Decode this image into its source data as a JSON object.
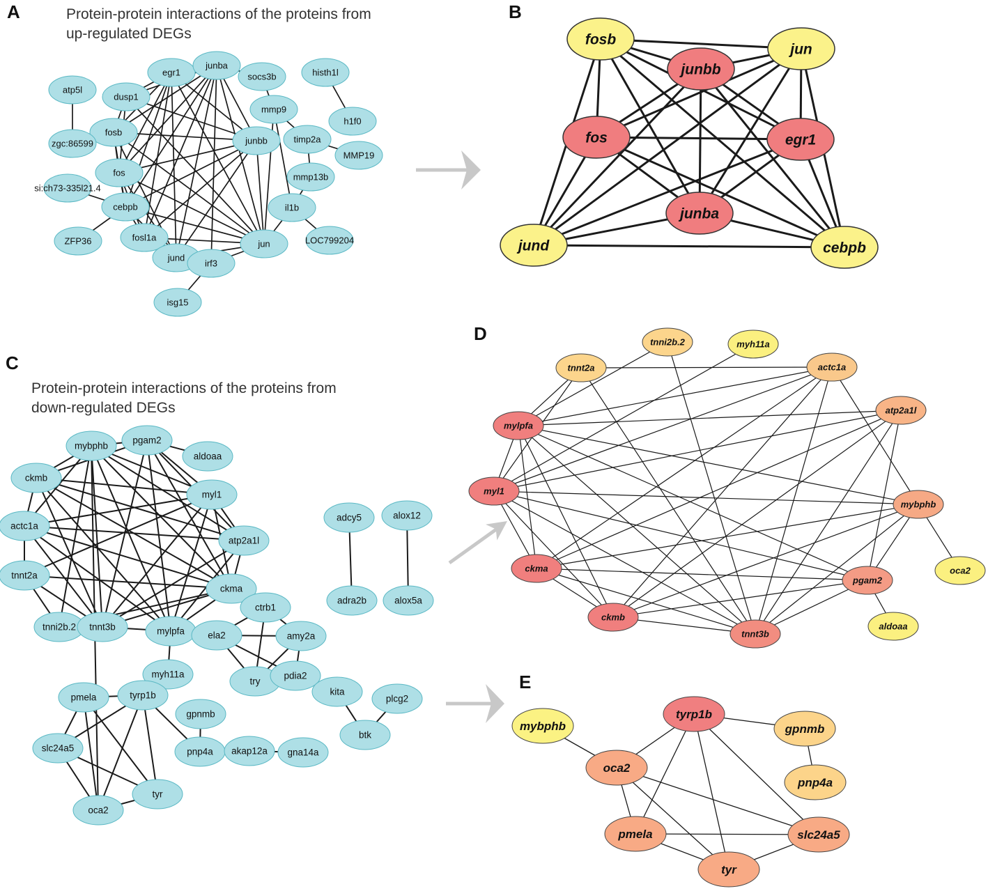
{
  "colors": {
    "edge": "#1a1a1a",
    "arrow": "#c8c8c8"
  },
  "panels": [
    {
      "letter": "A",
      "title": [
        "Protein-protein interactions of the proteins from",
        "up-regulated DEGs"
      ],
      "node_fill": "#aedfe6",
      "node_stroke": "#5ab8c4",
      "nodes": [
        {
          "label": "egr1"
        },
        {
          "label": "junba"
        },
        {
          "label": "socs3b"
        },
        {
          "label": "histh1l"
        },
        {
          "label": "atp5l"
        },
        {
          "label": "dusp1"
        },
        {
          "label": "mmp9"
        },
        {
          "label": "h1f0"
        },
        {
          "label": "fosb"
        },
        {
          "label": "junbb"
        },
        {
          "label": "timp2a"
        },
        {
          "label": "zgc:86599"
        },
        {
          "label": "MMP19"
        },
        {
          "label": "fos"
        },
        {
          "label": "mmp13b"
        },
        {
          "label": "si:ch73-335l21.4"
        },
        {
          "label": "cebpb"
        },
        {
          "label": "il1b"
        },
        {
          "label": "ZFP36"
        },
        {
          "label": "fosl1a"
        },
        {
          "label": "jun"
        },
        {
          "label": "LOC799204"
        },
        {
          "label": "jund"
        },
        {
          "label": "irf3"
        },
        {
          "label": "isg15"
        }
      ],
      "edges": [
        [
          "atp5l",
          "zgc:86599"
        ],
        [
          "histh1l",
          "h1f0"
        ],
        [
          "socs3b",
          "mmp9"
        ],
        [
          "junba",
          "socs3b"
        ],
        [
          "mmp9",
          "timp2a"
        ],
        [
          "timp2a",
          "MMP19"
        ],
        [
          "timp2a",
          "mmp13b"
        ],
        [
          "mmp9",
          "jun"
        ],
        [
          "mmp9",
          "il1b"
        ],
        [
          "mmp13b",
          "il1b"
        ],
        [
          "il1b",
          "jun"
        ],
        [
          "il1b",
          "LOC799204"
        ],
        [
          "si:ch73-335l21.4",
          "cebpb"
        ],
        [
          "cebpb",
          "ZFP36"
        ],
        [
          "jund",
          "irf3"
        ],
        [
          "irf3",
          "isg15"
        ],
        [
          "irf3",
          "jun"
        ],
        [
          "jund",
          "jun"
        ],
        [
          "egr1",
          "junba"
        ],
        [
          "egr1",
          "dusp1"
        ],
        [
          "egr1",
          "fosb"
        ],
        [
          "egr1",
          "fos"
        ],
        [
          "egr1",
          "cebpb"
        ],
        [
          "egr1",
          "fosl1a"
        ],
        [
          "egr1",
          "jund"
        ],
        [
          "egr1",
          "jun"
        ],
        [
          "egr1",
          "junbb"
        ],
        [
          "junba",
          "dusp1"
        ],
        [
          "junba",
          "fosb"
        ],
        [
          "junba",
          "fos"
        ],
        [
          "junba",
          "cebpb"
        ],
        [
          "junba",
          "fosl1a"
        ],
        [
          "junba",
          "jund"
        ],
        [
          "junba",
          "jun"
        ],
        [
          "junba",
          "junbb"
        ],
        [
          "junba",
          "irf3"
        ],
        [
          "dusp1",
          "fosb"
        ],
        [
          "dusp1",
          "fos"
        ],
        [
          "dusp1",
          "junbb"
        ],
        [
          "dusp1",
          "jun"
        ],
        [
          "fosb",
          "fos"
        ],
        [
          "fosb",
          "junbb"
        ],
        [
          "fosb",
          "jun"
        ],
        [
          "fosb",
          "jund"
        ],
        [
          "fosb",
          "cebpb"
        ],
        [
          "fos",
          "cebpb"
        ],
        [
          "fos",
          "junbb"
        ],
        [
          "fos",
          "jun"
        ],
        [
          "fos",
          "jund"
        ],
        [
          "fos",
          "fosl1a"
        ],
        [
          "junbb",
          "jun"
        ],
        [
          "junbb",
          "jund"
        ],
        [
          "junbb",
          "cebpb"
        ],
        [
          "junbb",
          "fosl1a"
        ],
        [
          "cebpb",
          "jun"
        ],
        [
          "cebpb",
          "jund"
        ],
        [
          "cebpb",
          "fosl1a"
        ],
        [
          "fosl1a",
          "jun"
        ],
        [
          "fosl1a",
          "jund"
        ]
      ]
    },
    {
      "letter": "B",
      "node_stroke": "#333333",
      "nodes": [
        {
          "label": "fosb",
          "fill": "#fbf28a"
        },
        {
          "label": "jun",
          "fill": "#fbf28a"
        },
        {
          "label": "junbb",
          "fill": "#f07d7f"
        },
        {
          "label": "fos",
          "fill": "#f07d7f"
        },
        {
          "label": "egr1",
          "fill": "#f07d7f"
        },
        {
          "label": "junba",
          "fill": "#f07d7f"
        },
        {
          "label": "jund",
          "fill": "#fbf28a"
        },
        {
          "label": "cebpb",
          "fill": "#fbf28a"
        }
      ],
      "edges": [
        [
          "fosb",
          "jun"
        ],
        [
          "fosb",
          "junbb"
        ],
        [
          "fosb",
          "fos"
        ],
        [
          "fosb",
          "egr1"
        ],
        [
          "fosb",
          "junba"
        ],
        [
          "fosb",
          "jund"
        ],
        [
          "fosb",
          "cebpb"
        ],
        [
          "jun",
          "junbb"
        ],
        [
          "jun",
          "fos"
        ],
        [
          "jun",
          "egr1"
        ],
        [
          "jun",
          "junba"
        ],
        [
          "jun",
          "jund"
        ],
        [
          "jun",
          "cebpb"
        ],
        [
          "junbb",
          "fos"
        ],
        [
          "junbb",
          "egr1"
        ],
        [
          "junbb",
          "junba"
        ],
        [
          "junbb",
          "jund"
        ],
        [
          "junbb",
          "cebpb"
        ],
        [
          "fos",
          "egr1"
        ],
        [
          "fos",
          "junba"
        ],
        [
          "fos",
          "jund"
        ],
        [
          "fos",
          "cebpb"
        ],
        [
          "egr1",
          "junba"
        ],
        [
          "egr1",
          "jund"
        ],
        [
          "egr1",
          "cebpb"
        ],
        [
          "junba",
          "jund"
        ],
        [
          "junba",
          "cebpb"
        ],
        [
          "jund",
          "cebpb"
        ]
      ]
    },
    {
      "letter": "C",
      "title": [
        "Protein-protein interactions of the proteins from",
        "down-regulated DEGs"
      ],
      "node_fill": "#aedfe6",
      "node_stroke": "#5ab8c4",
      "nodes": [
        {
          "label": "mybphb"
        },
        {
          "label": "pgam2"
        },
        {
          "label": "aldoaa"
        },
        {
          "label": "ckmb"
        },
        {
          "label": "myl1"
        },
        {
          "label": "actc1a"
        },
        {
          "label": "atp2a1l"
        },
        {
          "label": "adcy5"
        },
        {
          "label": "alox12"
        },
        {
          "label": "tnnt2a"
        },
        {
          "label": "ckma"
        },
        {
          "label": "ctrb1"
        },
        {
          "label": "adra2b"
        },
        {
          "label": "alox5a"
        },
        {
          "label": "tnni2b.2"
        },
        {
          "label": "tnnt3b"
        },
        {
          "label": "mylpfa"
        },
        {
          "label": "ela2"
        },
        {
          "label": "amy2a"
        },
        {
          "label": "myh11a"
        },
        {
          "label": "try"
        },
        {
          "label": "pdia2"
        },
        {
          "label": "kita"
        },
        {
          "label": "plcg2"
        },
        {
          "label": "pmela"
        },
        {
          "label": "tyrp1b"
        },
        {
          "label": "gpnmb"
        },
        {
          "label": "btk"
        },
        {
          "label": "slc24a5"
        },
        {
          "label": "pnp4a"
        },
        {
          "label": "akap12a"
        },
        {
          "label": "gna14a"
        },
        {
          "label": "tyr"
        },
        {
          "label": "oca2"
        }
      ],
      "edges": [
        [
          "mybphb",
          "pgam2"
        ],
        [
          "mybphb",
          "ckmb"
        ],
        [
          "mybphb",
          "myl1"
        ],
        [
          "mybphb",
          "atp2a1l"
        ],
        [
          "mybphb",
          "ckma"
        ],
        [
          "mybphb",
          "tnnt3b"
        ],
        [
          "mybphb",
          "mylpfa"
        ],
        [
          "mybphb",
          "actc1a"
        ],
        [
          "mybphb",
          "tnni2b.2"
        ],
        [
          "pgam2",
          "myl1"
        ],
        [
          "pgam2",
          "ckma"
        ],
        [
          "pgam2",
          "atp2a1l"
        ],
        [
          "pgam2",
          "tnnt3b"
        ],
        [
          "pgam2",
          "mylpfa"
        ],
        [
          "pgam2",
          "ckmb"
        ],
        [
          "pgam2",
          "aldoaa"
        ],
        [
          "ckmb",
          "myl1"
        ],
        [
          "ckmb",
          "actc1a"
        ],
        [
          "ckmb",
          "ckma"
        ],
        [
          "ckmb",
          "tnnt3b"
        ],
        [
          "ckmb",
          "mylpfa"
        ],
        [
          "ckmb",
          "atp2a1l"
        ],
        [
          "myl1",
          "actc1a"
        ],
        [
          "myl1",
          "atp2a1l"
        ],
        [
          "myl1",
          "ckma"
        ],
        [
          "myl1",
          "tnnt3b"
        ],
        [
          "myl1",
          "mylpfa"
        ],
        [
          "myl1",
          "tnnt2a"
        ],
        [
          "actc1a",
          "tnnt2a"
        ],
        [
          "actc1a",
          "tnnt3b"
        ],
        [
          "actc1a",
          "mylpfa"
        ],
        [
          "actc1a",
          "ckma"
        ],
        [
          "actc1a",
          "atp2a1l"
        ],
        [
          "atp2a1l",
          "ckma"
        ],
        [
          "atp2a1l",
          "tnnt3b"
        ],
        [
          "atp2a1l",
          "mylpfa"
        ],
        [
          "tnnt2a",
          "tnni2b.2"
        ],
        [
          "tnnt2a",
          "tnnt3b"
        ],
        [
          "tnnt2a",
          "ckma"
        ],
        [
          "ckma",
          "tnnt3b"
        ],
        [
          "ckma",
          "mylpfa"
        ],
        [
          "ckma",
          "tnni2b.2"
        ],
        [
          "tnni2b.2",
          "tnnt3b"
        ],
        [
          "tnnt3b",
          "mylpfa"
        ],
        [
          "mylpfa",
          "myh11a"
        ],
        [
          "mybphb",
          "oca2"
        ],
        [
          "adcy5",
          "adra2b"
        ],
        [
          "alox12",
          "alox5a"
        ],
        [
          "ctrb1",
          "ela2"
        ],
        [
          "ctrb1",
          "amy2a"
        ],
        [
          "ctrb1",
          "try"
        ],
        [
          "ela2",
          "try"
        ],
        [
          "ela2",
          "pdia2"
        ],
        [
          "ela2",
          "amy2a"
        ],
        [
          "amy2a",
          "try"
        ],
        [
          "amy2a",
          "pdia2"
        ],
        [
          "try",
          "pdia2"
        ],
        [
          "kita",
          "btk"
        ],
        [
          "plcg2",
          "btk"
        ],
        [
          "pmela",
          "tyrp1b"
        ],
        [
          "pmela",
          "slc24a5"
        ],
        [
          "pmela",
          "tyr"
        ],
        [
          "pmela",
          "oca2"
        ],
        [
          "tyrp1b",
          "slc24a5"
        ],
        [
          "tyrp1b",
          "tyr"
        ],
        [
          "tyrp1b",
          "oca2"
        ],
        [
          "tyrp1b",
          "pnp4a"
        ],
        [
          "gpnmb",
          "pnp4a"
        ],
        [
          "pnp4a",
          "akap12a"
        ],
        [
          "akap12a",
          "gna14a"
        ],
        [
          "slc24a5",
          "oca2"
        ],
        [
          "slc24a5",
          "tyr"
        ],
        [
          "oca2",
          "tyr"
        ]
      ]
    },
    {
      "letter": "D",
      "node_stroke": "#444444",
      "nodes": [
        {
          "label": "tnni2b.2",
          "fill": "#fcd58c"
        },
        {
          "label": "myh11a",
          "fill": "#fbf080"
        },
        {
          "label": "tnnt2a",
          "fill": "#fcd58c"
        },
        {
          "label": "actc1a",
          "fill": "#f9c88b"
        },
        {
          "label": "atp2a1l",
          "fill": "#f8b487"
        },
        {
          "label": "mylpfa",
          "fill": "#f07f7e"
        },
        {
          "label": "myl1",
          "fill": "#f07f7e"
        },
        {
          "label": "mybphb",
          "fill": "#f6a985"
        },
        {
          "label": "ckma",
          "fill": "#f07f7e"
        },
        {
          "label": "oca2",
          "fill": "#fbf080"
        },
        {
          "label": "pgam2",
          "fill": "#f49b85"
        },
        {
          "label": "ckmb",
          "fill": "#f07f7e"
        },
        {
          "label": "tnnt3b",
          "fill": "#f28d80"
        },
        {
          "label": "aldoaa",
          "fill": "#fbf080"
        }
      ],
      "edges": [
        [
          "tnnt2a",
          "actc1a"
        ],
        [
          "tnnt2a",
          "mylpfa"
        ],
        [
          "tnnt2a",
          "myl1"
        ],
        [
          "tnnt2a",
          "tnnt3b"
        ],
        [
          "tnni2b.2",
          "tnnt3b"
        ],
        [
          "tnni2b.2",
          "mylpfa"
        ],
        [
          "myh11a",
          "myl1"
        ],
        [
          "actc1a",
          "mylpfa"
        ],
        [
          "actc1a",
          "myl1"
        ],
        [
          "actc1a",
          "mybphb"
        ],
        [
          "actc1a",
          "ckma"
        ],
        [
          "actc1a",
          "ckmb"
        ],
        [
          "actc1a",
          "tnnt3b"
        ],
        [
          "atp2a1l",
          "mylpfa"
        ],
        [
          "atp2a1l",
          "myl1"
        ],
        [
          "atp2a1l",
          "ckma"
        ],
        [
          "atp2a1l",
          "ckmb"
        ],
        [
          "atp2a1l",
          "tnnt3b"
        ],
        [
          "atp2a1l",
          "pgam2"
        ],
        [
          "mylpfa",
          "myl1"
        ],
        [
          "mylpfa",
          "ckma"
        ],
        [
          "mylpfa",
          "ckmb"
        ],
        [
          "mylpfa",
          "tnnt3b"
        ],
        [
          "mylpfa",
          "pgam2"
        ],
        [
          "mylpfa",
          "mybphb"
        ],
        [
          "myl1",
          "ckma"
        ],
        [
          "myl1",
          "ckmb"
        ],
        [
          "myl1",
          "tnnt3b"
        ],
        [
          "myl1",
          "pgam2"
        ],
        [
          "myl1",
          "mybphb"
        ],
        [
          "ckma",
          "ckmb"
        ],
        [
          "ckma",
          "tnnt3b"
        ],
        [
          "ckma",
          "pgam2"
        ],
        [
          "ckma",
          "mybphb"
        ],
        [
          "ckmb",
          "tnnt3b"
        ],
        [
          "ckmb",
          "pgam2"
        ],
        [
          "ckmb",
          "mybphb"
        ],
        [
          "tnnt3b",
          "pgam2"
        ],
        [
          "tnnt3b",
          "mybphb"
        ],
        [
          "pgam2",
          "mybphb"
        ],
        [
          "pgam2",
          "aldoaa"
        ],
        [
          "mybphb",
          "oca2"
        ]
      ]
    },
    {
      "letter": "E",
      "node_stroke": "#444444",
      "nodes": [
        {
          "label": "mybphb",
          "fill": "#fbf283"
        },
        {
          "label": "tyrp1b",
          "fill": "#f07f80"
        },
        {
          "label": "gpnmb",
          "fill": "#fcd48a"
        },
        {
          "label": "oca2",
          "fill": "#f8aa85"
        },
        {
          "label": "pnp4a",
          "fill": "#fcd48a"
        },
        {
          "label": "pmela",
          "fill": "#f8aa85"
        },
        {
          "label": "slc24a5",
          "fill": "#f8aa85"
        },
        {
          "label": "tyr",
          "fill": "#f8aa85"
        }
      ],
      "edges": [
        [
          "mybphb",
          "oca2"
        ],
        [
          "oca2",
          "tyrp1b"
        ],
        [
          "oca2",
          "pmela"
        ],
        [
          "oca2",
          "tyr"
        ],
        [
          "oca2",
          "slc24a5"
        ],
        [
          "tyrp1b",
          "pmela"
        ],
        [
          "tyrp1b",
          "tyr"
        ],
        [
          "tyrp1b",
          "slc24a5"
        ],
        [
          "tyrp1b",
          "gpnmb"
        ],
        [
          "gpnmb",
          "pnp4a"
        ],
        [
          "pmela",
          "tyr"
        ],
        [
          "pmela",
          "slc24a5"
        ],
        [
          "slc24a5",
          "tyr"
        ]
      ]
    }
  ]
}
